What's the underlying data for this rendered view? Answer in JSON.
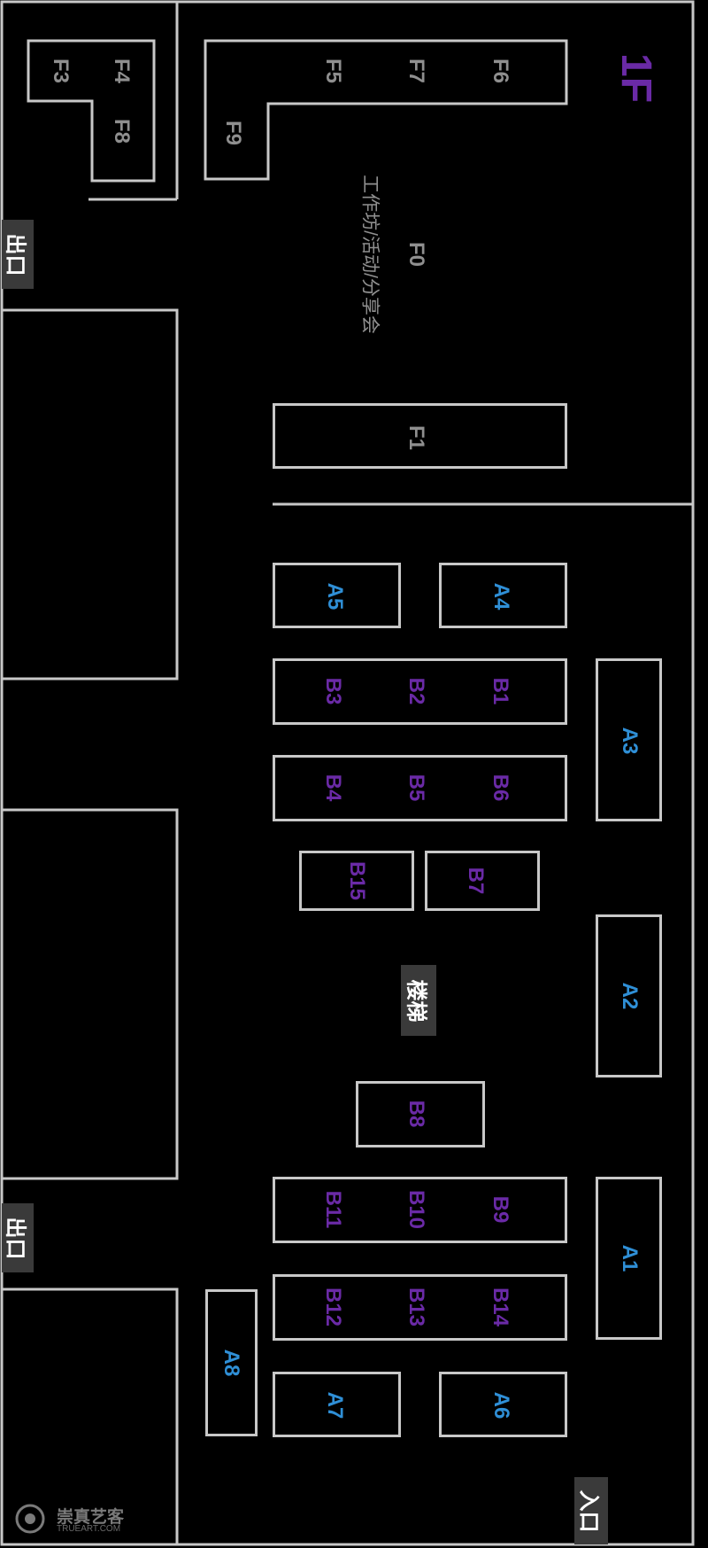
{
  "floor_label": "1F",
  "booths": {
    "F0": "F0",
    "F0_note": "工作坊/活动/分享会",
    "F1": "F1",
    "F3": "F3",
    "F4": "F4",
    "F5": "F5",
    "F6": "F6",
    "F7": "F7",
    "F8": "F8",
    "F9": "F9",
    "A1": "A1",
    "A2": "A2",
    "A3": "A3",
    "A4": "A4",
    "A5": "A5",
    "A6": "A6",
    "A7": "A7",
    "A8": "A8",
    "B1": "B1",
    "B2": "B2",
    "B3": "B3",
    "B4": "B4",
    "B5": "B5",
    "B6": "B6",
    "B7": "B7",
    "B8": "B8",
    "B9": "B9",
    "B10": "B10",
    "B11": "B11",
    "B12": "B12",
    "B13": "B13",
    "B14": "B14",
    "B15": "B15"
  },
  "markers": {
    "exit": "出口",
    "entrance": "入口",
    "stairs": "楼梯"
  },
  "watermark": {
    "name": "崇真艺客",
    "domain": "TRUEART.COM"
  },
  "colors": {
    "booth_a": "#2f8fd6",
    "booth_b": "#6a2aa6",
    "booth_f": "#8f8f8f",
    "outline": "#c8c8c8"
  }
}
